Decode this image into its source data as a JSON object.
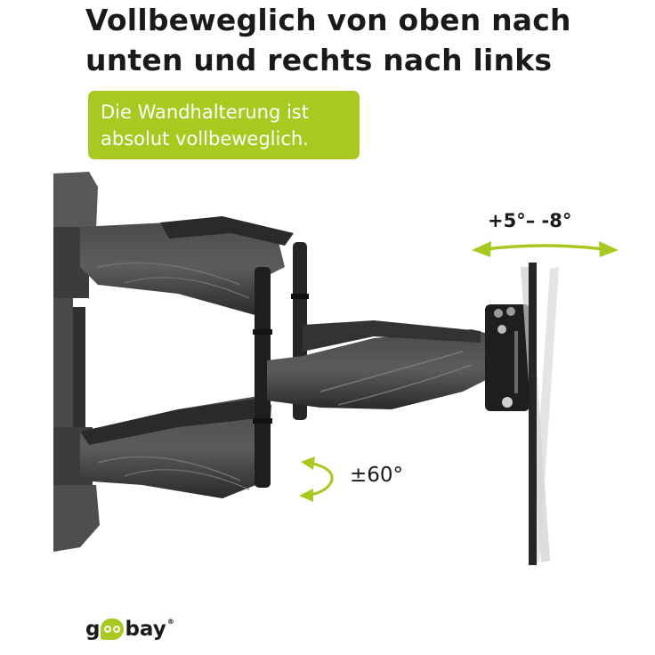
{
  "headline": {
    "line1": "Vollbeweglich von oben nach",
    "line2": "unten und rechts nach links"
  },
  "badge": {
    "line1": "Die Wandhalterung ist",
    "line2": "absolut vollbeweglich.",
    "color": "#a8c920"
  },
  "annotations": {
    "tilt": "+5°– -8°",
    "swivel": "±60°",
    "arrow_color": "#a8c920"
  },
  "product_image": {
    "subject": "full-motion-tv-wall-mount",
    "icons": [
      "tilt-arrow-icon",
      "swivel-arrow-icon"
    ]
  },
  "brand": {
    "prefix": "g",
    "suffix": "bay",
    "registered": "®"
  }
}
